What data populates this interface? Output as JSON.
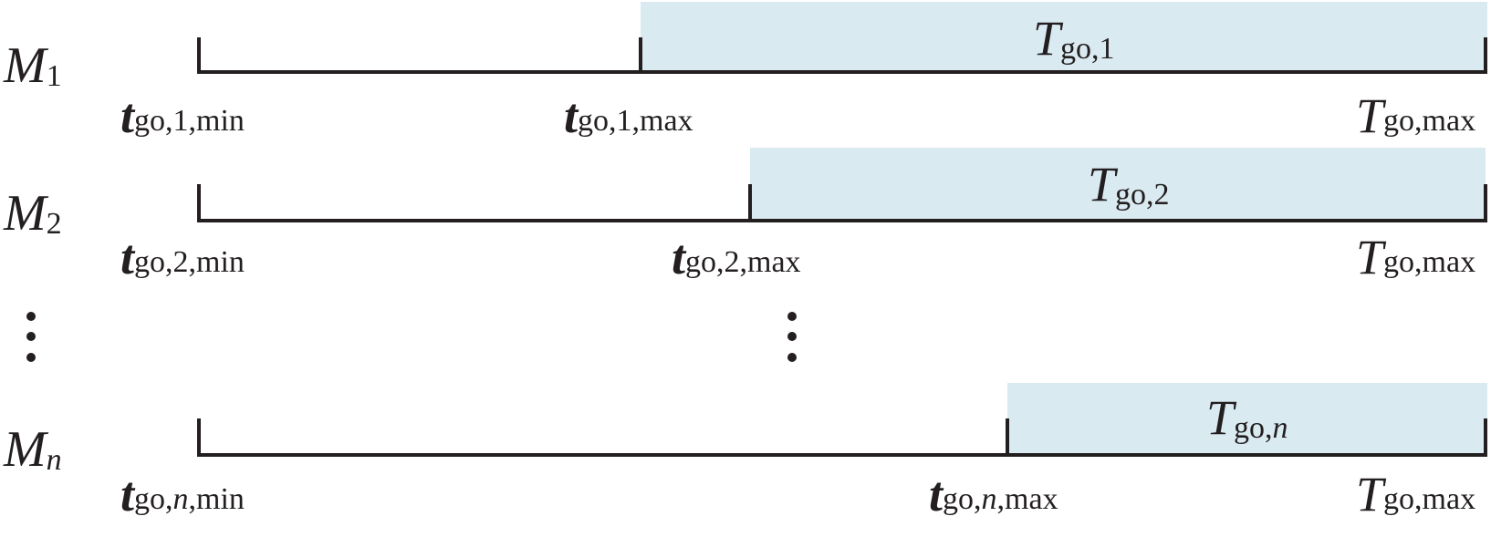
{
  "diagram": {
    "colors": {
      "window_fill": "#daeaf1",
      "line": "#231f20"
    },
    "rows": [
      {
        "label_main": "M",
        "label_sub": "1",
        "window_main": "T",
        "window_sub": "go,1",
        "tmin_main": "t",
        "tmin_sub": "go,1,min",
        "tmax_main": "t",
        "tmax_sub": "go,1,max",
        "Tmax_main": "T",
        "Tmax_sub": "go,max"
      },
      {
        "label_main": "M",
        "label_sub": "2",
        "window_main": "T",
        "window_sub": "go,2",
        "tmin_main": "t",
        "tmin_sub": "go,2,min",
        "tmax_main": "t",
        "tmax_sub": "go,2,max",
        "Tmax_main": "T",
        "Tmax_sub": "go,max"
      },
      {
        "label_main": "M",
        "label_sub": "n",
        "window_main": "T",
        "window_sub_a": "go,",
        "window_sub_b": "n",
        "tmin_main": "t",
        "tmin_sub_a": "go,",
        "tmin_sub_b": "n",
        "tmin_sub_c": ",min",
        "tmax_main": "t",
        "tmax_sub_a": "go,",
        "tmax_sub_b": "n",
        "tmax_sub_c": ",max",
        "Tmax_main": "T",
        "Tmax_sub": "go,max"
      }
    ]
  }
}
